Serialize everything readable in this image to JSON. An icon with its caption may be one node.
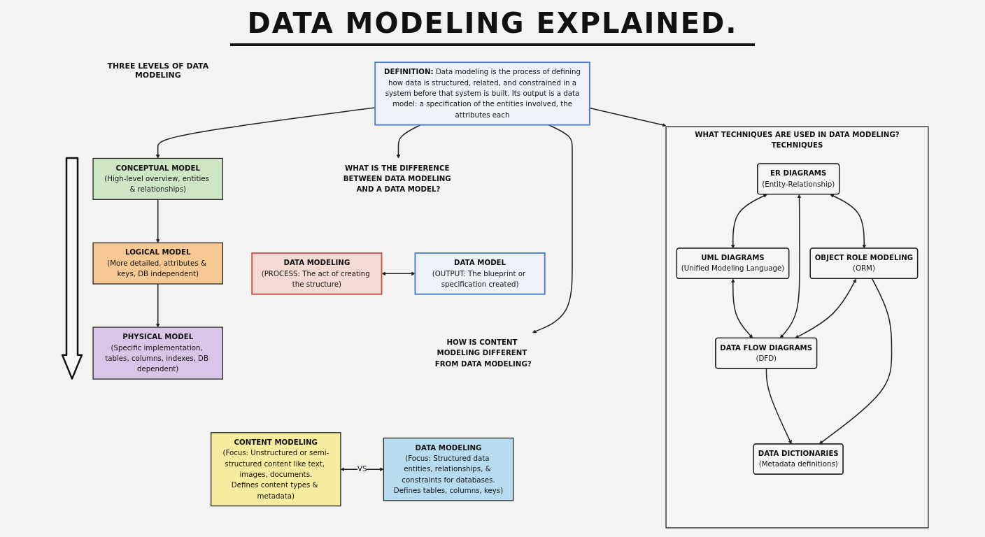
{
  "diagram": {
    "title": "DATA MODELING EXPLAINED.",
    "nodes": [
      {
        "text": [
          "**DEFINITION:** Data modeling is the process of defining how data is structured, related, and constrained in a system before that system is built. Its output is a data model: a specification of the entities involved, the attributes each"
        ]
      },
      {
        "text": [
          "CONCEPTUAL MODEL",
          "(High-level overview, entities & relationships)"
        ]
      },
      {
        "text": [
          "LOGICAL MODEL",
          "(More detailed, attributes & keys, DB independent)"
        ]
      },
      {
        "text": [
          "PHYSICAL MODEL",
          "(Specific implementation, tables, columns, indexes, DB dependent)"
        ]
      },
      {
        "text": [
          "WHAT IS THE DIFFERENCE BETWEEN DATA MODELING AND A DATA MODEL?"
        ]
      },
      {
        "text": [
          "DATA MODELING",
          "(PROCESS: The act of creating the structure)"
        ]
      },
      {
        "text": [
          "DATA MODEL",
          "(OUTPUT: The blueprint or specification created)"
        ]
      },
      {
        "text": [
          "HOW IS CONTENT MODELING DIFFERENT FROM DATA MODELING?"
        ]
      },
      {
        "text": [
          "CONTENT MODELING",
          "(Focus: Unstructured or semi-structured content like text, images, documents.",
          "Defines content types & metadata)"
        ]
      },
      {
        "text": [
          "DATA MODELING",
          "(Focus: Structured data entities, relationships, & constraints for databases.",
          "Defines tables, columns, keys)"
        ]
      },
      {
        "text": [
          "WHAT TECHNIQUES ARE USED IN DATA MODELING?",
          "TECHNIQUES"
        ]
      },
      {
        "text": [
          "ER DIAGRAMS",
          "(Entity-Relationship)"
        ],
        "in": 10
      },
      {
        "text": [
          "UML DIAGRAMS",
          "(Unified Modeling Language)"
        ],
        "in": 10
      },
      {
        "text": [
          "DATA FLOW DIAGRAMS",
          "(DFD)"
        ],
        "in": 10
      },
      {
        "text": [
          "OBJECT ROLE MODELING",
          "(ORM)"
        ],
        "in": 10
      },
      {
        "text": [
          "DATA DICTIONARIES",
          "(Metadata definitions)"
        ],
        "in": 10
      }
    ],
    "edges": [
      {
        "from": 0,
        "to": 1,
        "arrow": "to"
      },
      {
        "from": 1,
        "to": 2,
        "arrow": "to"
      },
      {
        "from": 2,
        "to": 3,
        "arrow": "to"
      },
      {
        "from": 0,
        "to": 4,
        "arrow": "to"
      },
      {
        "from": 5,
        "to": 6,
        "arrow": "both"
      },
      {
        "from": 0,
        "to": 7,
        "arrow": "to"
      },
      {
        "from": 8,
        "to": 9,
        "arrow": "both",
        "label": "VS"
      },
      {
        "from": 0,
        "to": 10,
        "arrow": "to"
      },
      {
        "from": 11,
        "to": 12,
        "arrow": "both"
      },
      {
        "from": 11,
        "to": 13,
        "arrow": "both"
      },
      {
        "from": 11,
        "to": 14,
        "arrow": "both"
      },
      {
        "from": 12,
        "to": 13,
        "arrow": "both"
      },
      {
        "from": 14,
        "to": 13,
        "arrow": "both"
      },
      {
        "from": 13,
        "to": 15,
        "arrow": "to"
      },
      {
        "from": 14,
        "to": 15,
        "arrow": "to"
      }
    ],
    "labels": [
      "THREE LEVELS OF DATA MODELING"
    ]
  }
}
